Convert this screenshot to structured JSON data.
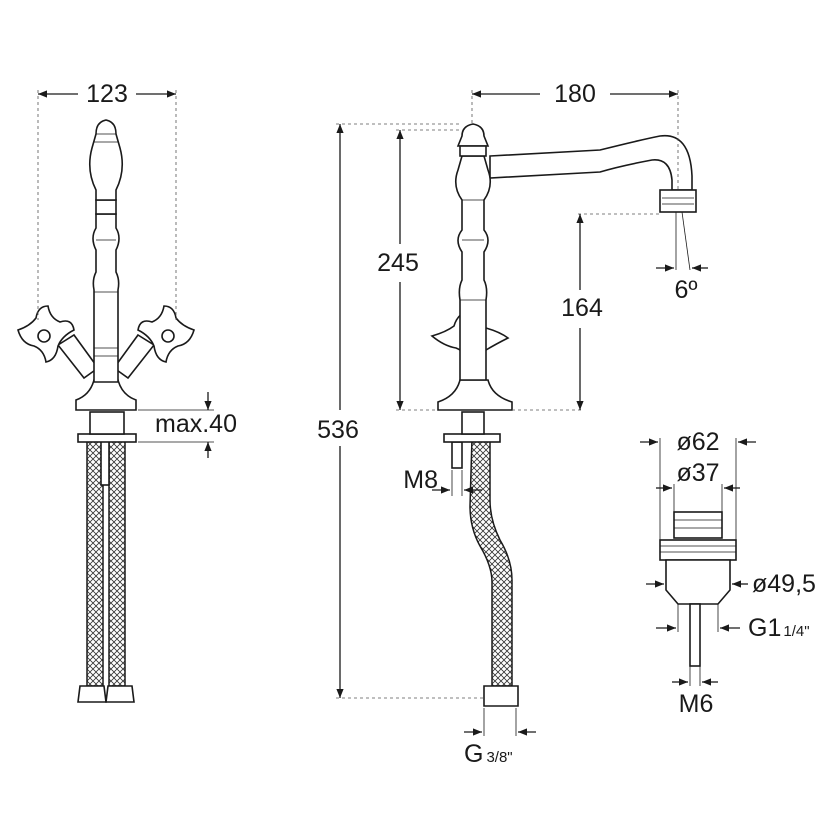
{
  "dimensions": {
    "width_front": "123",
    "width_side": "180",
    "height_spout": "245",
    "height_total": "536",
    "height_outlet": "164",
    "angle": "6º",
    "max_thickness": "max.40",
    "thread_rod": "M8",
    "hose_connection_main": "G",
    "hose_connection_frac": "3/8\"",
    "waste_outer_diameter": "ø62",
    "waste_inner_diameter": "ø37",
    "waste_body_diameter": "ø49,5",
    "waste_thread_main": "G1",
    "waste_thread_frac": "1/4\"",
    "waste_rod": "M6"
  }
}
